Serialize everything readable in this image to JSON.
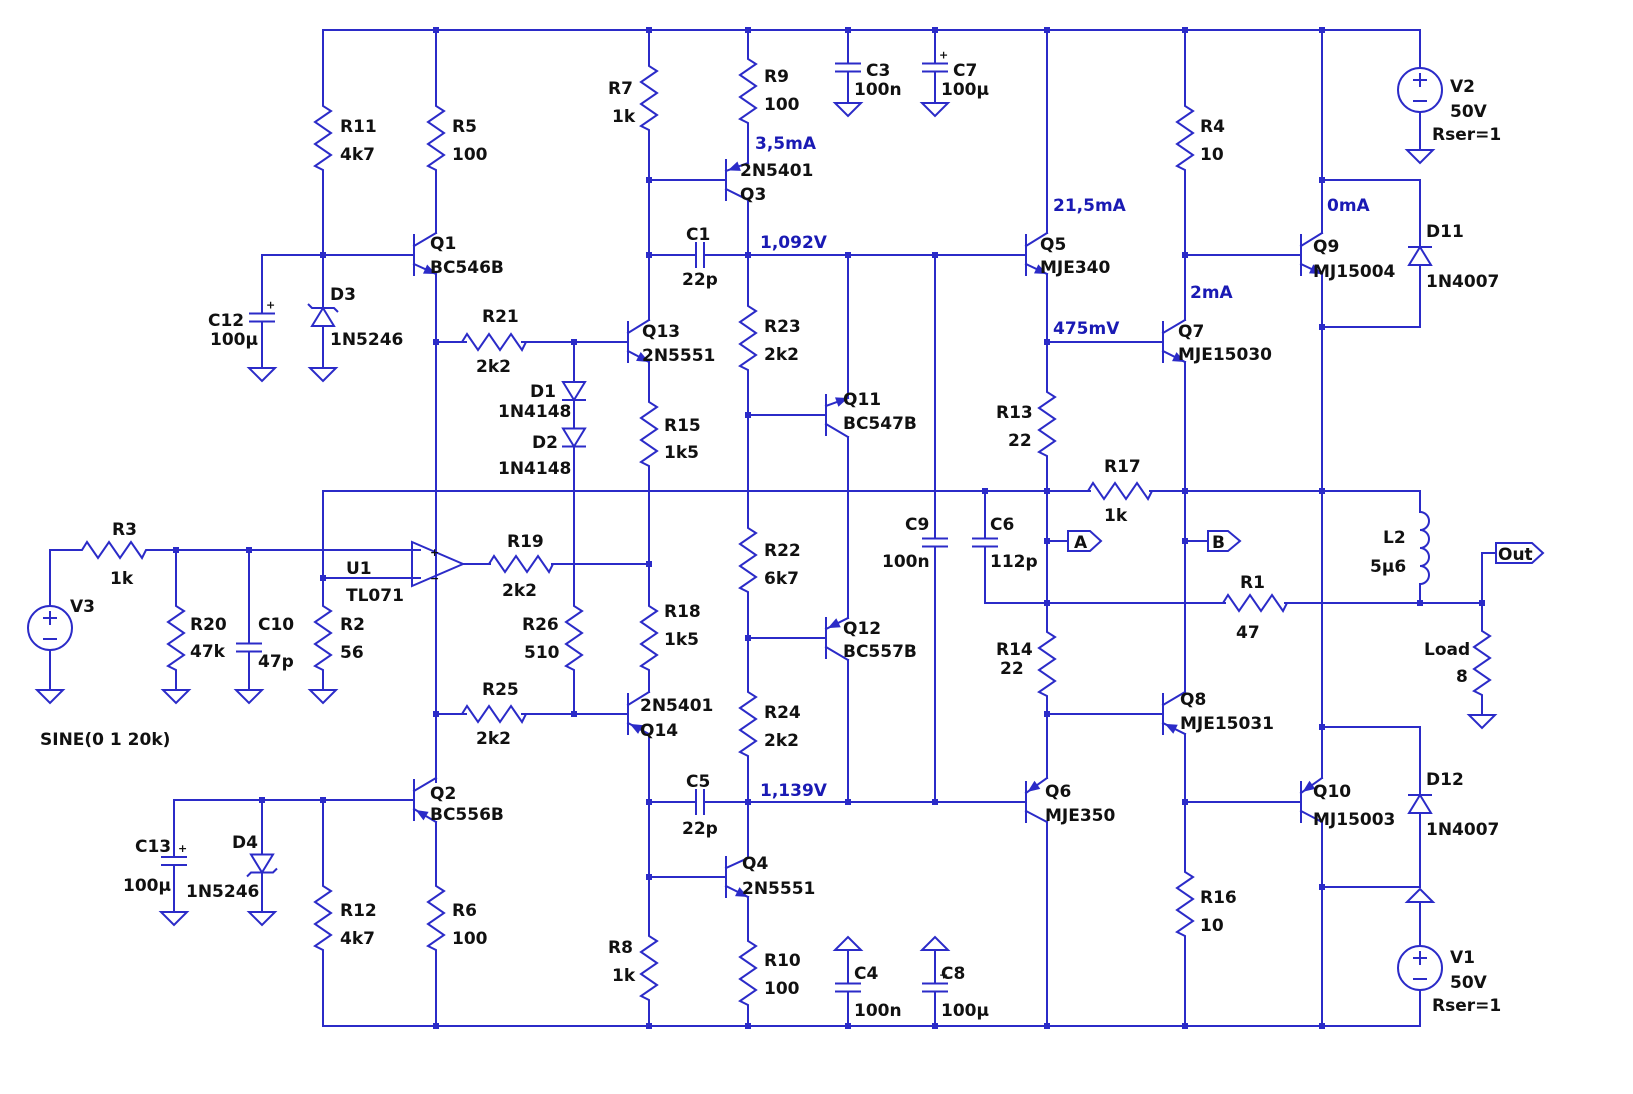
{
  "components": {
    "R1": {
      "ref": "R1",
      "value": "47"
    },
    "R2": {
      "ref": "R2",
      "value": "56"
    },
    "R3": {
      "ref": "R3",
      "value": "1k"
    },
    "R4": {
      "ref": "R4",
      "value": "10"
    },
    "R5": {
      "ref": "R5",
      "value": "100"
    },
    "R6": {
      "ref": "R6",
      "value": "100"
    },
    "R7": {
      "ref": "R7",
      "value": "1k"
    },
    "R8": {
      "ref": "R8",
      "value": "1k"
    },
    "R9": {
      "ref": "R9",
      "value": "100"
    },
    "R10": {
      "ref": "R10",
      "value": "100"
    },
    "R11": {
      "ref": "R11",
      "value": "4k7"
    },
    "R12": {
      "ref": "R12",
      "value": "4k7"
    },
    "R13": {
      "ref": "R13",
      "value": "22"
    },
    "R14": {
      "ref": "R14",
      "value": "22"
    },
    "R15": {
      "ref": "R15",
      "value": "1k5"
    },
    "R16": {
      "ref": "R16",
      "value": "10"
    },
    "R17": {
      "ref": "R17",
      "value": "1k"
    },
    "R18": {
      "ref": "R18",
      "value": "1k5"
    },
    "R19": {
      "ref": "R19",
      "value": "2k2"
    },
    "R20": {
      "ref": "R20",
      "value": "47k"
    },
    "R21": {
      "ref": "R21",
      "value": "2k2"
    },
    "R22": {
      "ref": "R22",
      "value": "6k7"
    },
    "R23": {
      "ref": "R23",
      "value": "2k2"
    },
    "R24": {
      "ref": "R24",
      "value": "2k2"
    },
    "R25": {
      "ref": "R25",
      "value": "2k2"
    },
    "R26": {
      "ref": "R26",
      "value": "510"
    },
    "Load": {
      "ref": "Load",
      "value": "8"
    },
    "C1": {
      "ref": "C1",
      "value": "22p"
    },
    "C3": {
      "ref": "C3",
      "value": "100n"
    },
    "C4": {
      "ref": "C4",
      "value": "100n"
    },
    "C5": {
      "ref": "C5",
      "value": "22p"
    },
    "C6": {
      "ref": "C6",
      "value": "112p"
    },
    "C7": {
      "ref": "C7",
      "value": "100µ"
    },
    "C8": {
      "ref": "C8",
      "value": "100µ"
    },
    "C9": {
      "ref": "C9",
      "value": "100n"
    },
    "C10": {
      "ref": "C10",
      "value": "47p"
    },
    "C12": {
      "ref": "C12",
      "value": "100µ"
    },
    "C13": {
      "ref": "C13",
      "value": "100µ"
    },
    "L2": {
      "ref": "L2",
      "value": "5µ6"
    },
    "D1": {
      "ref": "D1",
      "value": "1N4148"
    },
    "D2": {
      "ref": "D2",
      "value": "1N4148"
    },
    "D3": {
      "ref": "D3",
      "value": "1N5246"
    },
    "D4": {
      "ref": "D4",
      "value": "1N5246"
    },
    "D11": {
      "ref": "D11",
      "value": "1N4007"
    },
    "D12": {
      "ref": "D12",
      "value": "1N4007"
    },
    "Q1": {
      "ref": "Q1",
      "value": "BC546B"
    },
    "Q2": {
      "ref": "Q2",
      "value": "BC556B"
    },
    "Q3": {
      "ref": "Q3",
      "value": "2N5401"
    },
    "Q4": {
      "ref": "Q4",
      "value": "2N5551"
    },
    "Q5": {
      "ref": "Q5",
      "value": "MJE340"
    },
    "Q6": {
      "ref": "Q6",
      "value": "MJE350"
    },
    "Q7": {
      "ref": "Q7",
      "value": "MJE15030"
    },
    "Q8": {
      "ref": "Q8",
      "value": "MJE15031"
    },
    "Q9": {
      "ref": "Q9",
      "value": "MJ15004"
    },
    "Q10": {
      "ref": "Q10",
      "value": "MJ15003"
    },
    "Q11": {
      "ref": "Q11",
      "value": "BC547B"
    },
    "Q12": {
      "ref": "Q12",
      "value": "BC557B"
    },
    "Q13": {
      "ref": "Q13",
      "value": "2N5551"
    },
    "Q14": {
      "ref": "Q14",
      "value": "2N5401"
    },
    "U1": {
      "ref": "U1",
      "value": "TL071"
    },
    "V1": {
      "ref": "V1",
      "value": "50V",
      "extra": "Rser=1"
    },
    "V2": {
      "ref": "V2",
      "value": "50V",
      "extra": "Rser=1"
    },
    "V3": {
      "ref": "V3",
      "value": "SINE(0 1 20k)"
    }
  },
  "operating_points": {
    "q3_current": "3,5mA",
    "node_top_bias": "1,092V",
    "node_bottom_bias": "1,139V",
    "q5_current": "21,5mA",
    "q5_emitter": "475mV",
    "q7_current": "2mA",
    "q9_current": "0mA"
  },
  "net_labels": {
    "A": "A",
    "B": "B",
    "Out": "Out"
  },
  "opamp_pins": {
    "plus": "+",
    "minus": "−"
  },
  "colors": {
    "wire": "#2b2bc8",
    "text": "#111111",
    "operating_point": "#1a1ab4",
    "background": "#ffffff"
  }
}
